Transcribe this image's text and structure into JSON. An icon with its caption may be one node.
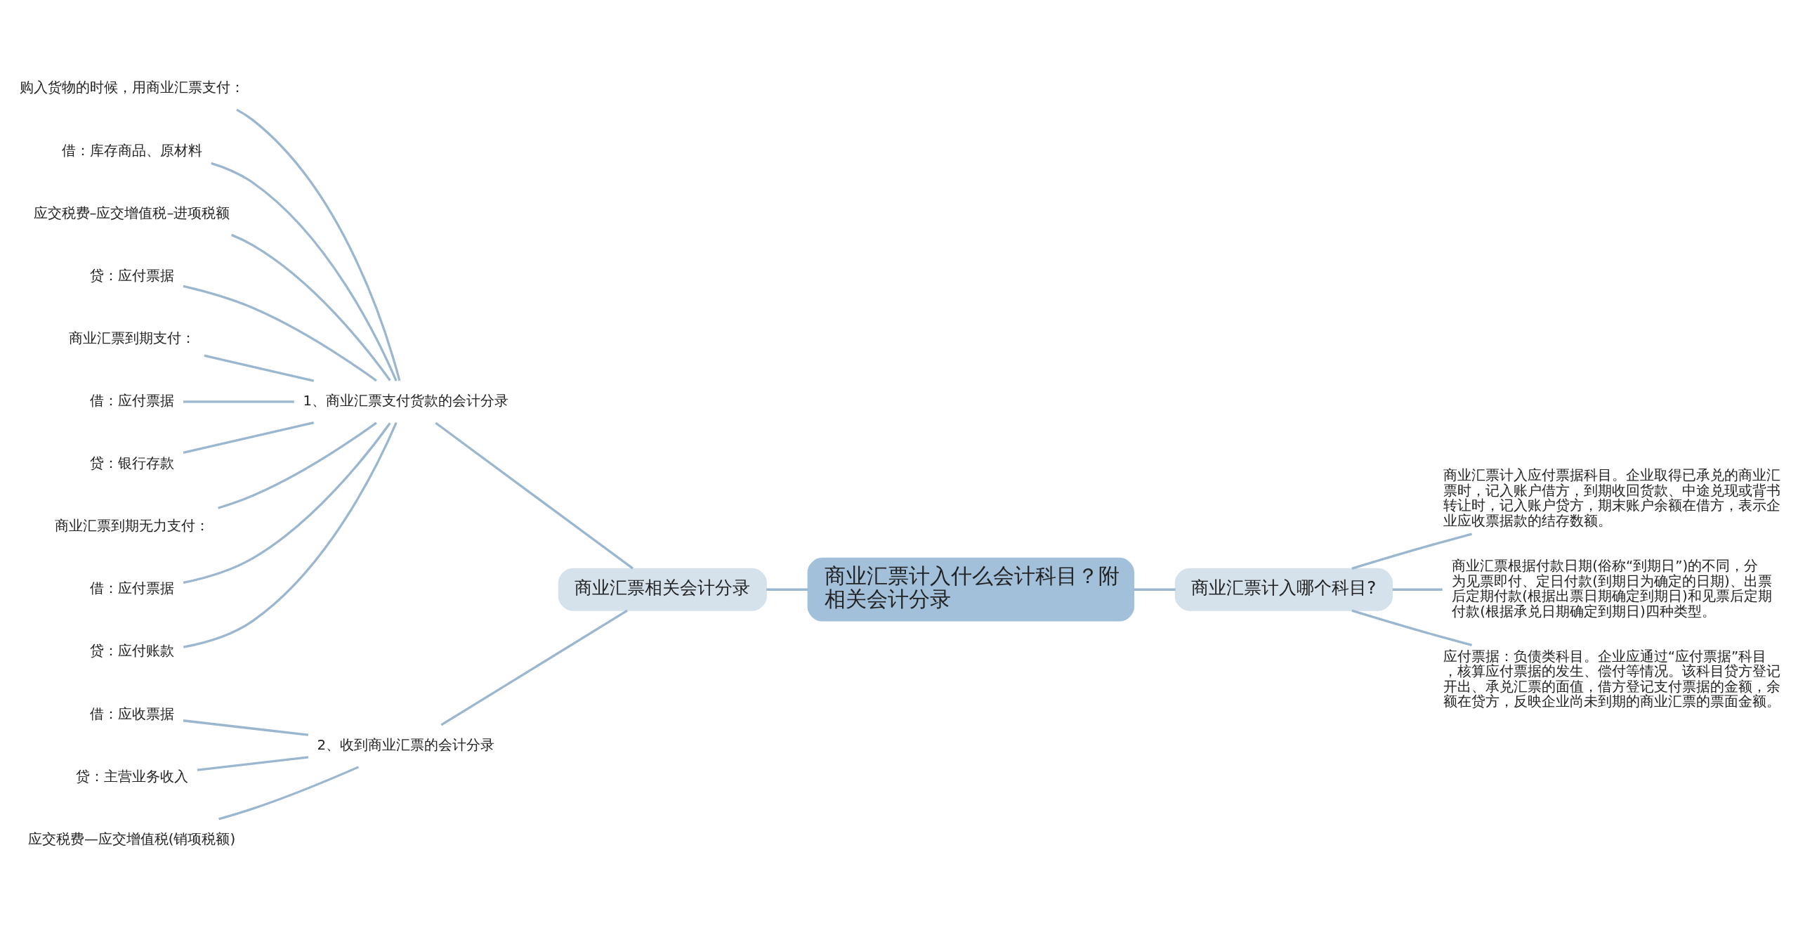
{
  "diagram": {
    "nodes": [
      {
        "text": [
          "商业汇票计入什么会计科目？附相关会计分录"
        ]
      },
      {
        "text": [
          "商业汇票相关会计分录"
        ]
      },
      {
        "text": [
          "1、商业汇票支付货款的会计分录"
        ]
      },
      {
        "text": [
          "购入货物的时候，用商业汇票支付："
        ]
      },
      {
        "text": [
          "借：库存商品、原材料"
        ]
      },
      {
        "text": [
          "应交税费–应交增值税–进项税额"
        ]
      },
      {
        "text": [
          "贷：应付票据"
        ]
      },
      {
        "text": [
          "商业汇票到期支付："
        ]
      },
      {
        "text": [
          "借：应付票据"
        ]
      },
      {
        "text": [
          "贷：银行存款"
        ]
      },
      {
        "text": [
          "商业汇票到期无力支付："
        ]
      },
      {
        "text": [
          "借：应付票据"
        ]
      },
      {
        "text": [
          "贷：应付账款"
        ]
      },
      {
        "text": [
          "2、收到商业汇票的会计分录"
        ]
      },
      {
        "text": [
          "借：应收票据"
        ]
      },
      {
        "text": [
          "贷：主营业务收入"
        ]
      },
      {
        "text": [
          "应交税费—应交增值税(销项税额)"
        ]
      },
      {
        "text": [
          "商业汇票计入哪个科目?"
        ]
      },
      {
        "text": [
          "商业汇票计入应付票据科目。企业取得已承兑的商业汇票时，记入账户借方，到期收回货款、中途兑现或背书转让时，记入账户贷方，期末账户余额在借方，表示企业应收票据款的结存数额。"
        ]
      },
      {
        "text": [
          "商业汇票根据付款日期(俗称“到期日”)的不同，分为见票即付、定日付款(到期日为确定的日期)、出票后定期付款(根据出票日期确定到期日)和见票后定期付款(根据承兑日期确定到期日)四种类型。"
        ]
      },
      {
        "text": [
          "应付票据：负债类科目。企业应通过“应付票据”科目，核算应付票据的发生、偿付等情况。该科目贷方登记开出、承兑汇票的面值，借方登记支付票据的金额，余额在贷方，反映企业尚未到期的商业汇票的票面金额。"
        ]
      }
    ],
    "edges": [
      {
        "from": 0,
        "to": 1,
        "arrow": "none"
      },
      {
        "from": 1,
        "to": 2,
        "arrow": "none"
      },
      {
        "from": 2,
        "to": 3,
        "arrow": "none"
      },
      {
        "from": 2,
        "to": 4,
        "arrow": "none"
      },
      {
        "from": 2,
        "to": 5,
        "arrow": "none"
      },
      {
        "from": 2,
        "to": 6,
        "arrow": "none"
      },
      {
        "from": 2,
        "to": 7,
        "arrow": "none"
      },
      {
        "from": 2,
        "to": 8,
        "arrow": "none"
      },
      {
        "from": 2,
        "to": 9,
        "arrow": "none"
      },
      {
        "from": 2,
        "to": 10,
        "arrow": "none"
      },
      {
        "from": 2,
        "to": 11,
        "arrow": "none"
      },
      {
        "from": 2,
        "to": 12,
        "arrow": "none"
      },
      {
        "from": 1,
        "to": 13,
        "arrow": "none"
      },
      {
        "from": 13,
        "to": 14,
        "arrow": "none"
      },
      {
        "from": 13,
        "to": 15,
        "arrow": "none"
      },
      {
        "from": 13,
        "to": 16,
        "arrow": "none"
      },
      {
        "from": 0,
        "to": 17,
        "arrow": "none"
      },
      {
        "from": 17,
        "to": 18,
        "arrow": "none"
      },
      {
        "from": 17,
        "to": 19,
        "arrow": "none"
      },
      {
        "from": 17,
        "to": 20,
        "arrow": "none"
      }
    ]
  }
}
